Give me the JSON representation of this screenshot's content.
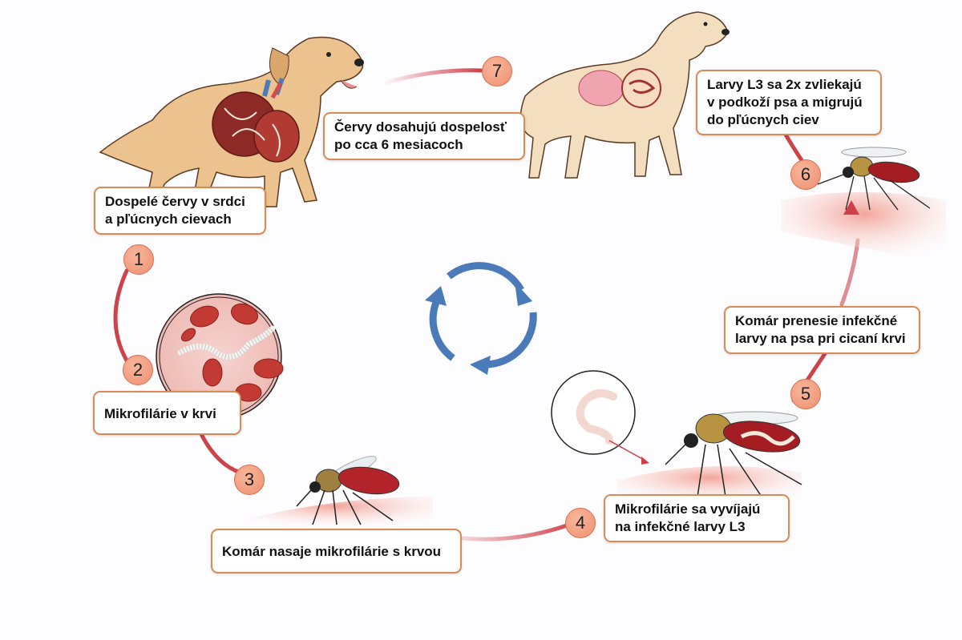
{
  "diagram": {
    "topic": "Heartworm life cycle",
    "colors": {
      "box_border": "#d98a55",
      "badge_fill": "#f2a283",
      "connector": "#d0404a",
      "cycle_arrows": "#4a7bb8"
    },
    "steps": [
      {
        "number": "1",
        "lines": [
          "Dospelé červy v srdci",
          "a pľúcnych cievach"
        ]
      },
      {
        "number": "2",
        "lines": [
          "Mikrofilárie v krvi"
        ]
      },
      {
        "number": "3",
        "lines": [
          "Komár nasaje mikrofilárie s krvou"
        ]
      },
      {
        "number": "4",
        "lines": [
          "Mikrofilárie sa vyvíjajú",
          "na infekčné larvy L3"
        ]
      },
      {
        "number": "5",
        "lines": [
          "Komár prenesie infekčné",
          "larvy na psa pri cicaní krvi"
        ]
      },
      {
        "number": "6",
        "lines": [
          "Larvy L3 sa 2x zvliekajú",
          "v podkoží psa a migrujú",
          "do pľúcnych ciev"
        ]
      },
      {
        "number": "7",
        "lines": [
          "Červy dosahujú dospelosť",
          "po cca 6 mesiacoch"
        ]
      }
    ],
    "illustrations": [
      {
        "name": "dog-with-heartworms",
        "desc": "dog with infected heart"
      },
      {
        "name": "young-dog",
        "desc": "dog with developing worms"
      },
      {
        "name": "blood-smear",
        "desc": "microfilariae among red blood cells"
      },
      {
        "name": "mosquito-feeding",
        "desc": "mosquito biting skin"
      },
      {
        "name": "mosquito-with-larva",
        "desc": "mosquito carrying L3 larva"
      },
      {
        "name": "mosquito-transmitting",
        "desc": "mosquito transmitting larvae into skin"
      }
    ],
    "center_icon": "cycle-arrows-icon"
  }
}
